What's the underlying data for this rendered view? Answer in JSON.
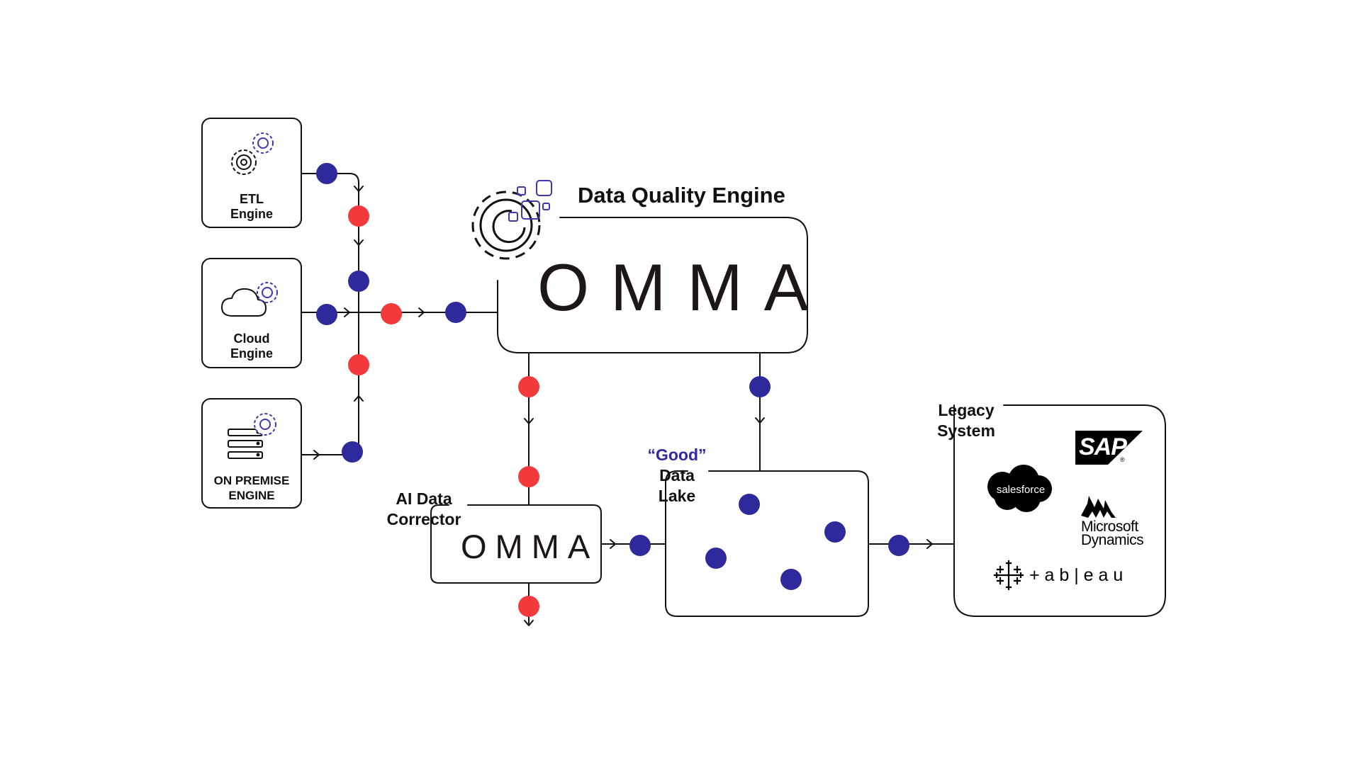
{
  "colors": {
    "red_dot": "#f23a3c",
    "blue_dot": "#2e2a9c",
    "line": "#111111",
    "accent_purple": "#3d38b0"
  },
  "sources": [
    {
      "line1": "ETL",
      "line2": "Engine",
      "icon": "gears-icon"
    },
    {
      "line1": "Cloud",
      "line2": "Engine",
      "icon": "cloud-gear-icon"
    },
    {
      "line1": "ON PREMISE",
      "line2": "ENGINE",
      "icon": "server-gear-icon"
    }
  ],
  "dqe": {
    "title": "Data Quality Engine",
    "brand": "OMMA",
    "icon": "gear-data-icon"
  },
  "corrector": {
    "line1": "AI Data",
    "line2": "Corrector",
    "brand": "OMMA"
  },
  "lake": {
    "quote": "“Good”",
    "line1": "Data",
    "line2": "Lake"
  },
  "legacy": {
    "line1": "Legacy",
    "line2": "System",
    "logos": {
      "sap": "SAP",
      "sap_mark": "®",
      "salesforce": "salesforce",
      "ms_line1": "Microsoft",
      "ms_line2": "Dynamics",
      "tableau": "+ a b | e a u"
    }
  }
}
